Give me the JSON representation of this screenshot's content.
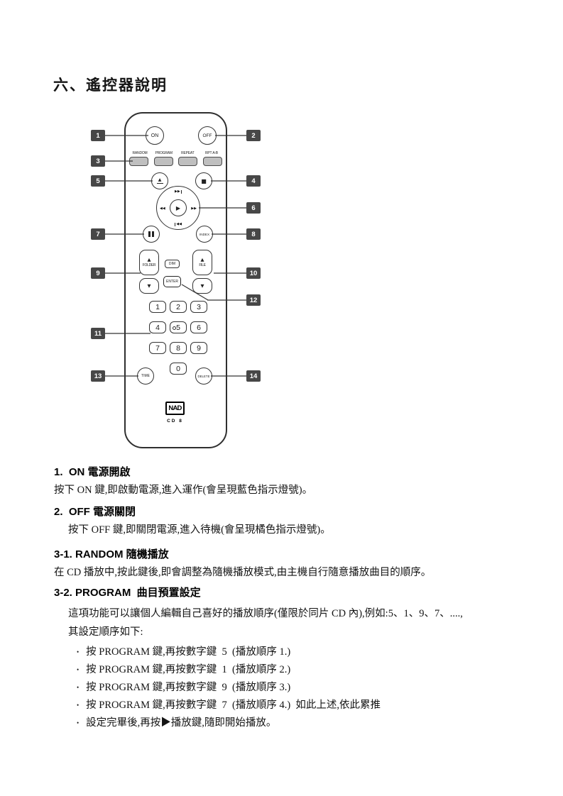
{
  "page": {
    "title": "六、遙控器說明"
  },
  "remote": {
    "brand": "NAD",
    "model": "CD 8",
    "on_label": "ON",
    "off_label": "OFF",
    "mode_labels": [
      "RANDOM",
      "PROGRAM",
      "REPEAT",
      "RPT A-B"
    ],
    "icons": {
      "eject": "▲",
      "stop": "■",
      "play": "▶",
      "skip_forward": "▶▶",
      "skip_back": "◀◀",
      "rewind": "◀◀",
      "fast_forward": "▶▶",
      "up": "▲",
      "down": "▼"
    },
    "index_label": "INDEX",
    "folder_label": "FOLDER",
    "file_label": "FILE",
    "dim_label": "DIM",
    "enter_label": "ENTER",
    "time_label": "TIME",
    "delete_label": "DELETE",
    "keypad": [
      "1",
      "2",
      "3",
      "4",
      "5",
      "6",
      "7",
      "8",
      "9",
      "0"
    ],
    "callouts_left": [
      "1",
      "3",
      "5",
      "7",
      "9",
      "11",
      "13"
    ],
    "callouts_right": [
      "2",
      "4",
      "6",
      "8",
      "10",
      "12",
      "14"
    ]
  },
  "sections": {
    "s1": {
      "heading": "1.  ON 電源開啟",
      "body": "按下 ON 鍵,即啟動電源,進入運作(會呈現藍色指示燈號)。"
    },
    "s2": {
      "heading": "2.  OFF 電源關閉",
      "body": "按下 OFF 鍵,即關閉電源,進入待機(會呈現橘色指示燈號)。"
    },
    "s31": {
      "heading": "3-1. RANDOM 隨機播放",
      "body": "在 CD 播放中,按此鍵後,即會調整為隨機播放模式,由主機自行隨意播放曲目的順序。"
    },
    "s32": {
      "heading": "3-2. PROGRAM  曲目預置設定",
      "body_line1": "這項功能可以讓個人編輯自己喜好的播放順序(僅限於同片 CD 內),例如:5、1、9、7、....,",
      "body_line2": "其設定順序如下:",
      "bullet_char": "•",
      "bullets": [
        "按 PROGRAM 鍵,再按數字鍵  5  (播放順序 1.)",
        "按 PROGRAM 鍵,再按數字鍵  1  (播放順序 2.)",
        "按 PROGRAM 鍵,再按數字鍵  9  (播放順序 3.)",
        "按 PROGRAM 鍵,再按數字鍵  7  (播放順序 4.)  如此上述,依此累推",
        "設定完畢後,再按▶播放鍵,隨即開始播放。"
      ]
    }
  }
}
